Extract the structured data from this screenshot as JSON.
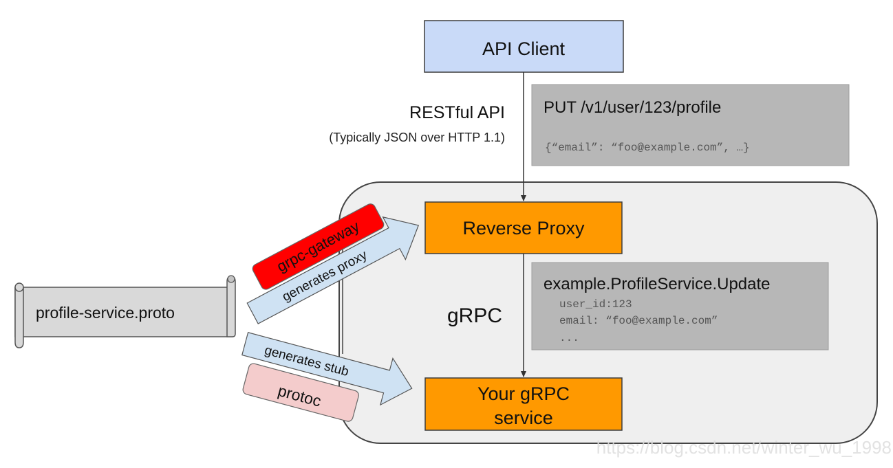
{
  "nodes": {
    "api_client": "API Client",
    "reverse_proxy": "Reverse Proxy",
    "grpc_service_line1": "Your gRPC",
    "grpc_service_line2": "service",
    "proto_file": "profile-service.proto"
  },
  "labels": {
    "restful_api": "RESTful API",
    "restful_api_note": "(Typically JSON over HTTP 1.1)",
    "grpc": "gRPC"
  },
  "rest_request": {
    "line": "PUT /v1/user/123/profile",
    "body": "{“email”: “foo@example.com”, …}"
  },
  "grpc_request": {
    "method": "example.ProfileService.Update",
    "field1": "user_id:123",
    "field2": "email: “foo@example.com”",
    "field3": "..."
  },
  "arrows": {
    "gateway_tool": "grpc-gateway",
    "gateway_action": "generates proxy",
    "protoc_tool": "protoc",
    "protoc_action": "generates stub"
  },
  "watermark": "https://blog.csdn.net/winter_wu_1998",
  "colors": {
    "api_client_fill": "#c9daf8",
    "orange_fill": "#ff9900",
    "gray_box": "#b7b7b7",
    "container_fill": "#efefef",
    "scroll_fill": "#d9d9d9",
    "gateway_red": "#ff0000",
    "protoc_pink": "#f4cccc",
    "arrow_blue": "#cfe2f3"
  }
}
